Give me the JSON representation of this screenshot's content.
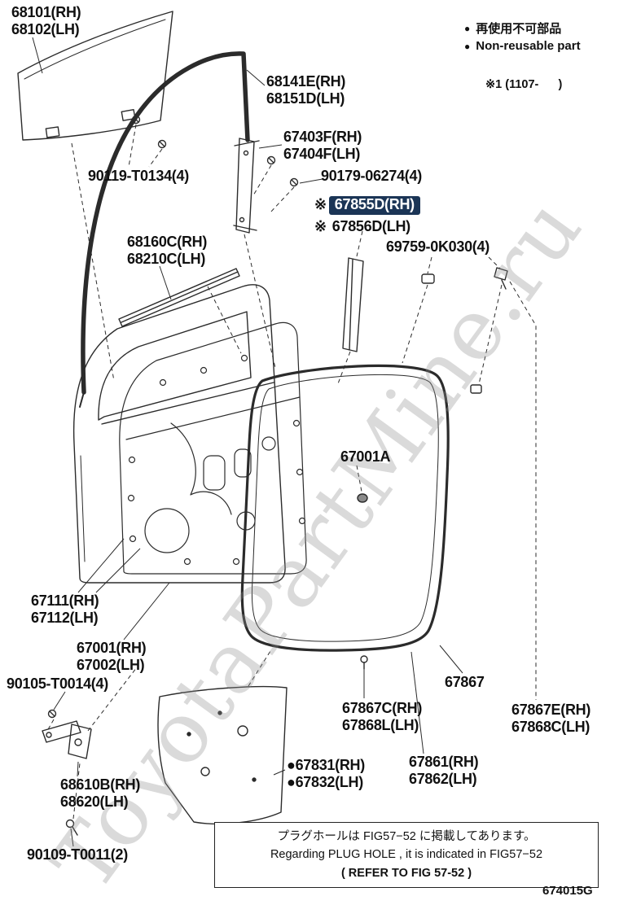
{
  "colors": {
    "highlight_bg": "#1b3556",
    "highlight_text": "#ffffff",
    "line": "#2b2b2b"
  },
  "legend": {
    "bullet": "●",
    "jp": "再使用不可部品",
    "en": "Non-reusable part"
  },
  "revision_note": "※1 (1107-      )",
  "watermark": "ToyotaPartMine.ru",
  "figure_code": "674015G",
  "labels": {
    "glass": {
      "l1": "68101(RH)",
      "l2": "68102(LH)"
    },
    "glass_run": {
      "l1": "68141E(RH)",
      "l2": "68151D(LH)"
    },
    "division_bar": {
      "l1": "67403F(RH)",
      "l2": "67404F(LH)"
    },
    "screw_90119": {
      "l1": "90119-T0134(4)"
    },
    "screw_90179": {
      "l1": "90179-06274(4)"
    },
    "belt_molding_rh": {
      "prefix": "※",
      "l1": "67855D(RH)"
    },
    "belt_molding_lh": {
      "prefix": "※",
      "l1": "67856D(LH)"
    },
    "inner_weatherstrip": {
      "l1": "68160C(RH)",
      "l2": "68210C(LH)"
    },
    "clip_69759": {
      "l1": "69759-0K030(4)"
    },
    "grommet": {
      "l1": "67001A"
    },
    "inner_panel": {
      "l1": "67111(RH)",
      "l2": "67112(LH)"
    },
    "door_panel": {
      "l1": "67001(RH)",
      "l2": "67002(LH)"
    },
    "bolt_90105": {
      "l1": "90105-T0014(4)"
    },
    "door_check": {
      "l1": "68610B(RH)",
      "l2": "68620(LH)"
    },
    "bolt_90109": {
      "l1": "90109-T0011(2)"
    },
    "service_hole_cover": {
      "l1": "●67831(RH)",
      "l2": "●67832(LH)"
    },
    "clip_67867c": {
      "l1": "67867C(RH)",
      "l2": "67868L(LH)"
    },
    "clip_67867": {
      "l1": "67867"
    },
    "weatherstrip": {
      "l1": "67861(RH)",
      "l2": "67862(LH)"
    },
    "clip_67867e": {
      "l1": "67867E(RH)",
      "l2": "67868C(LH)"
    }
  },
  "note": {
    "l1": "プラグホールは FIG57−52 に掲載してあります。",
    "l2": "Regarding  PLUG  HOLE ,  it  is  indicated  in  FIG57−52",
    "l3": "(  REFER  TO  FIG  57-52 )"
  }
}
